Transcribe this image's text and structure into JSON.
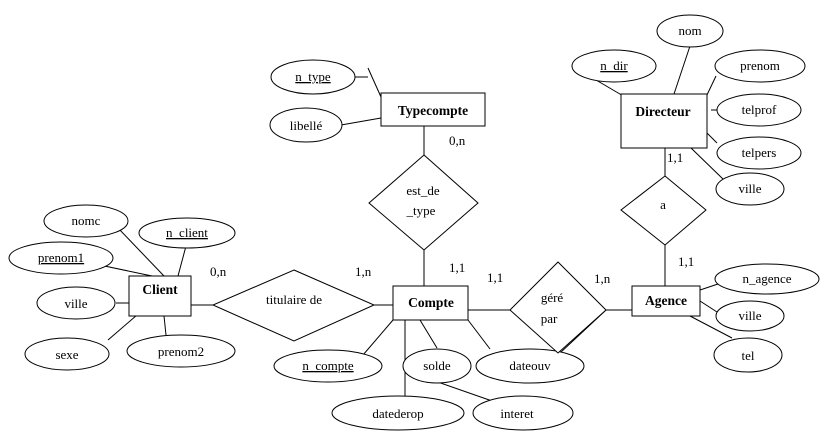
{
  "entities": {
    "typecompte": "Typecompte",
    "directeur": "Directeur",
    "client": "Client",
    "compte": "Compte",
    "agence": "Agence"
  },
  "relations": {
    "est_de_type": [
      "est_de",
      "_type"
    ],
    "titulaire_de": "titulaire de",
    "gere_par": [
      "géré",
      "par"
    ],
    "a": "a"
  },
  "attributes": {
    "typecompte": {
      "n_type": "n_type",
      "libelle": "libellé"
    },
    "directeur": {
      "nom": "nom",
      "n_dir": "n_dir",
      "prenom": "prenom",
      "telprof": "telprof",
      "telpers": "telpers",
      "ville": "ville"
    },
    "client": {
      "nomc": "nomc",
      "n_client": "n_client",
      "prenom1": "prenom1",
      "ville": "ville",
      "sexe": "sexe",
      "prenom2": "prenom2"
    },
    "compte": {
      "n_compte": "n_compte",
      "solde": "solde",
      "dateouv": "dateouv",
      "datederop": "datederop",
      "interet": "interet"
    },
    "agence": {
      "n_agence": "n_agence",
      "ville": "ville",
      "tel": "tel"
    }
  },
  "cardinalities": {
    "typecompte_est_de_type": "0,n",
    "compte_est_de_type": "1,1",
    "client_titulaire": "0,n",
    "compte_titulaire": "1,n",
    "compte_gere": "1,1",
    "agence_gere": "1,n",
    "directeur_a": "1,1",
    "agence_a": "1,1"
  }
}
